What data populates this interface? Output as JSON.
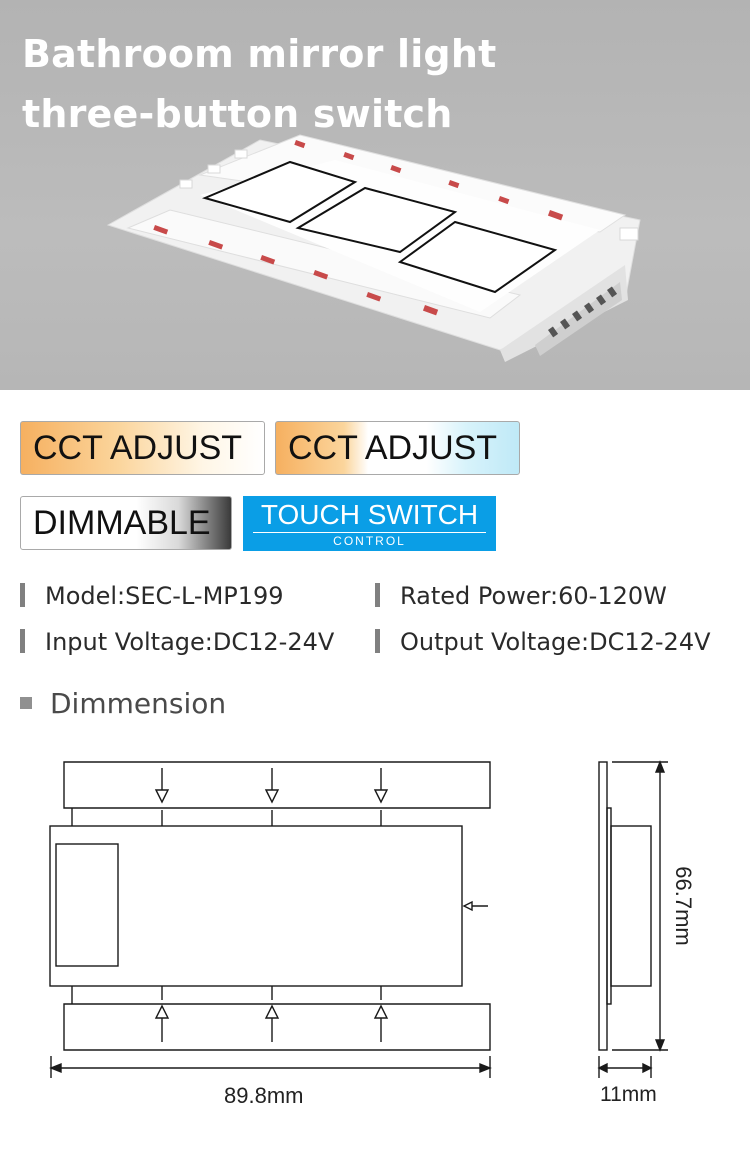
{
  "hero": {
    "title_line1": "Bathroom mirror light",
    "title_line2": "three-button switch"
  },
  "badges": {
    "cct1": "CCT ADJUST",
    "cct2": "CCT ADJUST",
    "dimmable": "DIMMABLE",
    "touch_switch": "TOUCH SWITCH",
    "touch_control": "CONTROL"
  },
  "specs": {
    "model": "Model:SEC-L-MP199",
    "rated_power": "Rated Power:60-120W",
    "input_voltage": "Input Voltage:DC12-24V",
    "output_voltage": "Output Voltage:DC12-24V"
  },
  "dimension": {
    "heading": "Dimmension",
    "width": "89.8mm",
    "height": "66.7mm",
    "depth": "11mm"
  },
  "colors": {
    "hero_bg": "#b9b9b9",
    "touch_blue": "#0a9ee6",
    "cct_warm": "#f6b060",
    "cct_cool": "#bfe9f7"
  }
}
